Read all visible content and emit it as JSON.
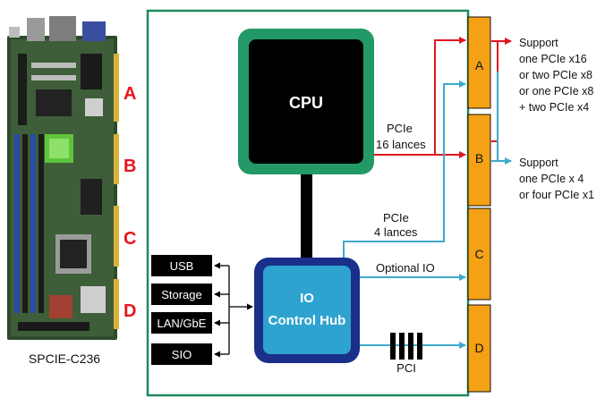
{
  "board": {
    "model": "SPCIE-C236",
    "slot_letters": [
      "A",
      "B",
      "C",
      "D"
    ]
  },
  "blocks": {
    "cpu": "CPU",
    "io_hub_line1": "IO",
    "io_hub_line2": "Control Hub"
  },
  "io_list": [
    "USB",
    "Storage",
    "LAN/GbE",
    "SIO"
  ],
  "slots": [
    "A",
    "B",
    "C",
    "D"
  ],
  "links": {
    "cpu_pcie_line1": "PCIe",
    "cpu_pcie_line2": "16 lances",
    "hub_pcie_line1": "PCIe",
    "hub_pcie_line2": "4 lances",
    "optional_io": "Optional IO",
    "pci": "PCI"
  },
  "support_a": {
    "lines": [
      "Support",
      "one PCIe x16",
      "or two PCIe x8",
      "or one PCIe x8",
      "+ two PCIe x4"
    ]
  },
  "support_b": {
    "lines": [
      "Support",
      "one PCIe x 4",
      "or four PCIe x1"
    ]
  },
  "colors": {
    "frame": "#1f8a5e",
    "cpu_outer": "#229966",
    "cpu_inner": "#000000",
    "hub_outer": "#1a2f8a",
    "hub_inner": "#2fa3cf",
    "slot_fill": "#f4a116",
    "red_link": "#e0141e",
    "blue_link": "#3fa9cc",
    "slot_letter": "#e8141e"
  }
}
